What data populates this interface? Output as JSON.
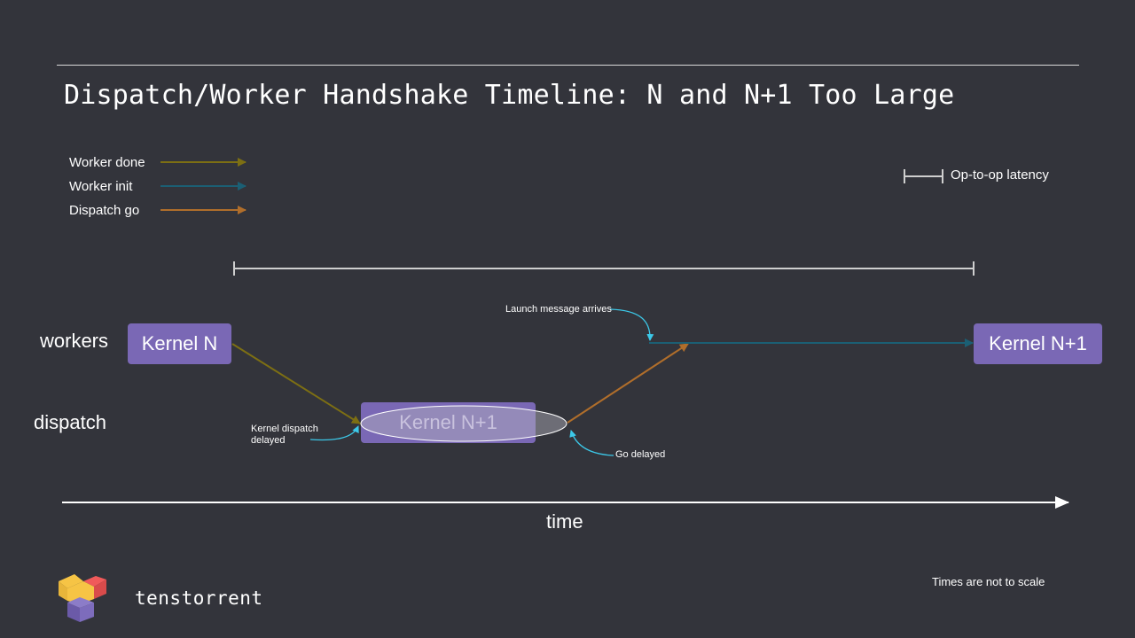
{
  "title": "Dispatch/Worker Handshake Timeline: N and N+1 Too Large",
  "legend": [
    {
      "label": "Worker done",
      "color": "#7d6f13"
    },
    {
      "label": "Worker init",
      "color": "#1b5f74"
    },
    {
      "label": "Dispatch go",
      "color": "#b06e2b"
    }
  ],
  "latency_legend": "Op-to-op latency",
  "rows": {
    "workers": "workers",
    "dispatch": "dispatch"
  },
  "kernels": {
    "kernel_n": "Kernel N",
    "kernel_n1_dispatch": "Kernel N+1",
    "kernel_n1_worker": "Kernel N+1"
  },
  "annotations": {
    "launch": "Launch message arrives",
    "kernel_dispatch_delayed_1": "Kernel dispatch",
    "kernel_dispatch_delayed_2": "delayed",
    "go_delayed": "Go delayed"
  },
  "axis_label": "time",
  "footnote": "Times are not to scale",
  "brand": "tenstorrent",
  "colors": {
    "background": "#33343b",
    "kernel_box": "#7a68b5",
    "annotation_arrow": "#3cc8e8"
  }
}
